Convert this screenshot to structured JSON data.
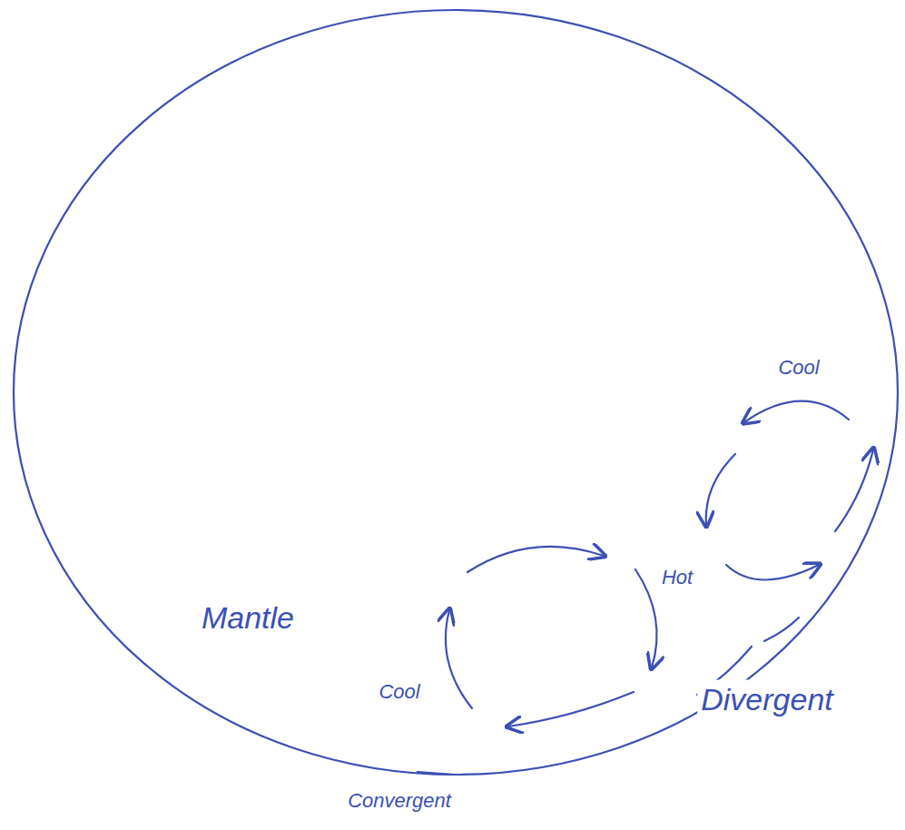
{
  "diagram": {
    "nodes": [
      {
        "text": [
          "Mantle"
        ]
      }
    ],
    "labels": [
      "Cool",
      "Hot",
      "Cool",
      "Divergent",
      "Convergent"
    ]
  }
}
